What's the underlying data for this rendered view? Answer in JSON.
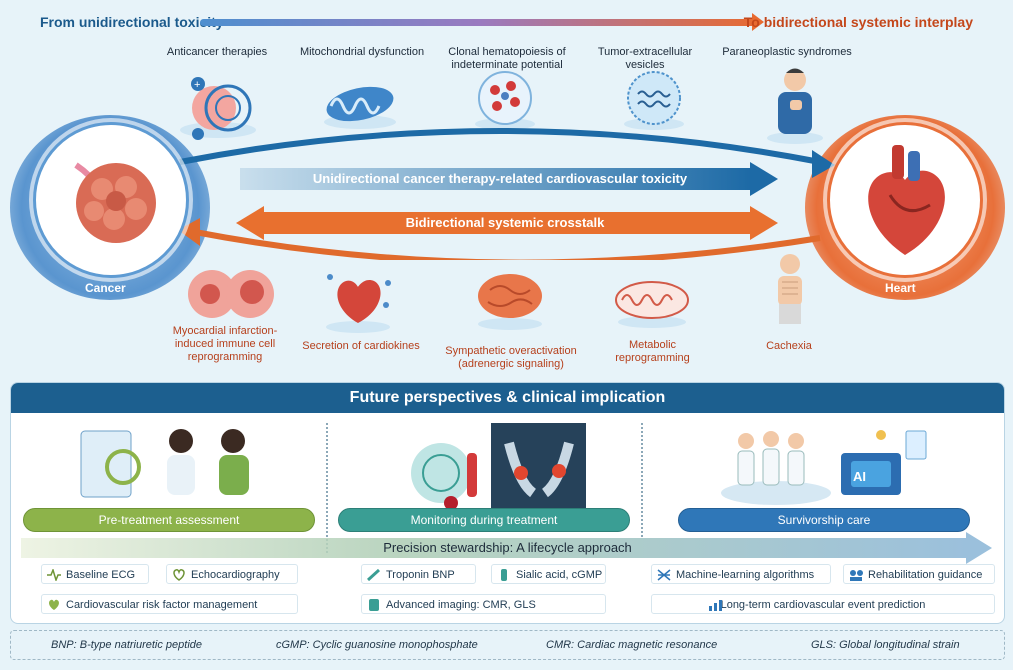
{
  "header": {
    "left": "From unidirectional toxicity",
    "right": "To bidirectional systemic interplay"
  },
  "top_items": [
    "Anticancer therapies",
    "Mitochondrial dysfunction",
    "Clonal hematopoiesis of indeterminate potential",
    "Tumor-extracellular vesicles",
    "Paraneoplastic syndromes"
  ],
  "nodes": {
    "cancer": "Cancer",
    "heart": "Heart"
  },
  "arrows": {
    "uni": "Unidirectional cancer therapy-related cardiovascular toxicity",
    "bi": "Bidirectional systemic crosstalk"
  },
  "bottom_items": [
    "Myocardial infarction-induced immune cell reprogramming",
    "Secretion of cardiokines",
    "Sympathetic overactivation (adrenergic signaling)",
    "Metabolic reprogramming",
    "Cachexia"
  ],
  "panel": {
    "title": "Future perspectives & clinical implication",
    "phases": [
      "Pre-treatment assessment",
      "Monitoring during treatment",
      "Survivorship care"
    ],
    "lifecycle": "Precision stewardship: A lifecycle approach",
    "ai_label": "AI",
    "chips": {
      "ecg": "Baseline ECG",
      "echo": "Echocardiography",
      "risk": "Cardiovascular risk factor management",
      "troponin": "Troponin BNP",
      "sialic": "Sialic acid, cGMP",
      "imaging": "Advanced imaging: CMR, GLS",
      "ml": "Machine-learning algorithms",
      "rehab": "Rehabilitation guidance",
      "predict": "Long-term cardiovascular event prediction"
    }
  },
  "footer": [
    "BNP: B-type natriuretic peptide",
    "cGMP:  Cyclic guanosine monophosphate",
    "CMR: Cardiac magnetic resonance",
    "GLS: Global longitudinal strain"
  ],
  "colors": {
    "blue": "#1c5f8f",
    "orange": "#e86a30",
    "green": "#8db34a",
    "teal": "#3a9e94"
  }
}
